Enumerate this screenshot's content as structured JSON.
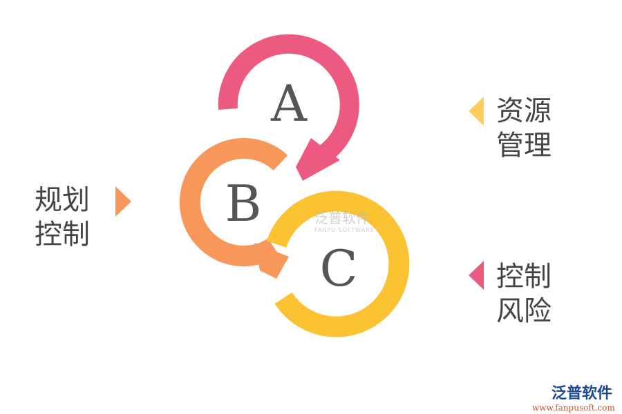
{
  "diagram": {
    "circles": [
      {
        "letter": "A",
        "color": "#EC5B7F"
      },
      {
        "letter": "B",
        "color": "#F7985A"
      },
      {
        "letter": "C",
        "color": "#FBC232"
      }
    ],
    "labels": [
      {
        "line1": "资源",
        "line2": "管理",
        "color": "#FBCF5A"
      },
      {
        "line1": "规划",
        "line2": "控制",
        "color": "#F7985A"
      },
      {
        "line1": "控制",
        "line2": "风险",
        "color": "#EC5B7F"
      }
    ]
  },
  "watermark": {
    "cn": "泛普软件",
    "en": "FANPU SOFTWARE"
  },
  "logo": {
    "cn": "泛普软件",
    "url": "www.fanpusoft.com"
  }
}
